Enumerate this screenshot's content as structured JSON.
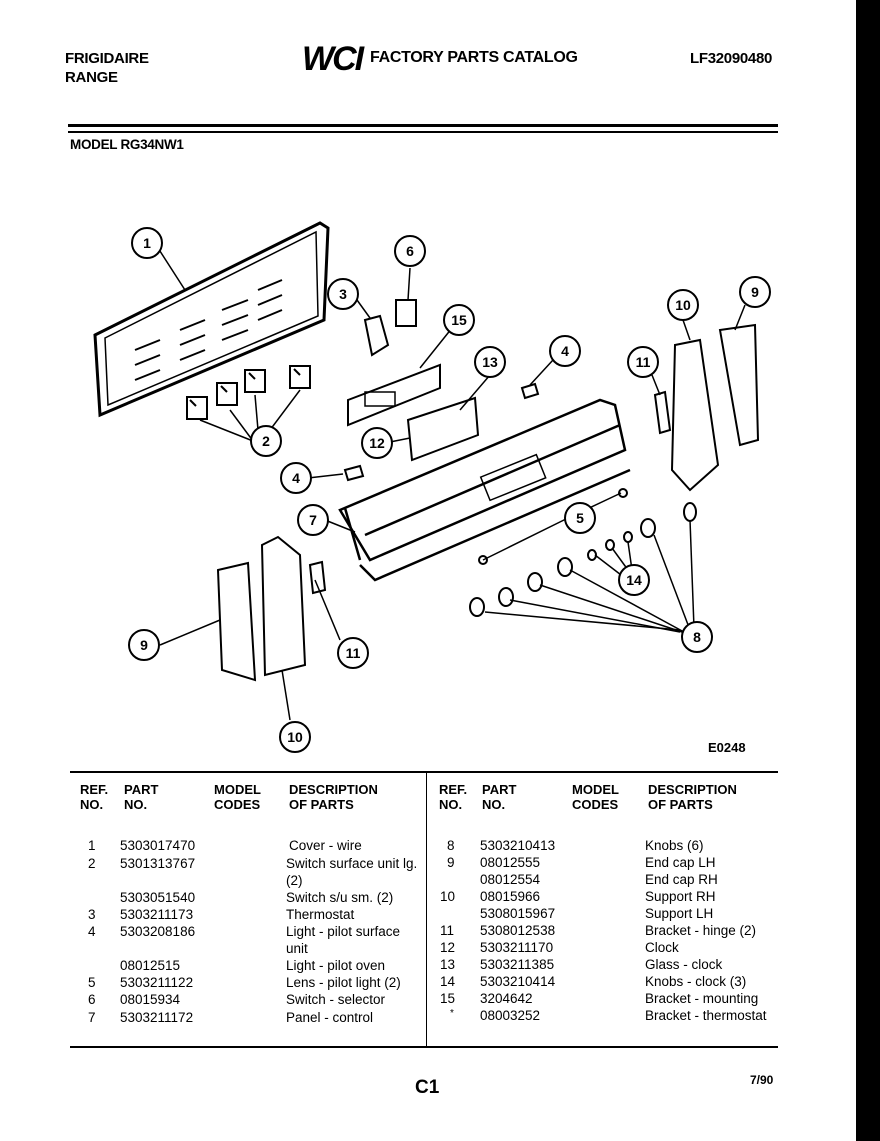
{
  "header": {
    "brand": "FRIGIDAIRE",
    "product": "RANGE",
    "logo_text": "WCI",
    "catalog_title": "FACTORY PARTS CATALOG",
    "catalog_number": "LF32090480",
    "model_label": "MODEL RG34NW1"
  },
  "diagram": {
    "callouts": [
      "1",
      "2",
      "3",
      "4",
      "4",
      "5",
      "6",
      "7",
      "8",
      "9",
      "9",
      "10",
      "10",
      "11",
      "11",
      "12",
      "13",
      "14",
      "15"
    ],
    "figure_code": "E0248"
  },
  "table": {
    "columns": [
      "REF. NO.",
      "PART NO.",
      "MODEL CODES",
      "DESCRIPTION OF PARTS"
    ],
    "col_lines": {
      "ref": [
        "REF.",
        "NO."
      ],
      "part": [
        "PART",
        "NO."
      ],
      "model": [
        "MODEL",
        "CODES"
      ],
      "desc": [
        "DESCRIPTION",
        "OF PARTS"
      ]
    },
    "left_rows": [
      {
        "ref": "1",
        "part": "5303017470",
        "desc": "Cover - wire"
      },
      {
        "ref": "2",
        "part": "5301313767",
        "desc": "Switch surface unit lg. (2)"
      },
      {
        "ref": "",
        "part": "5303051540",
        "desc": "Switch s/u sm. (2)"
      },
      {
        "ref": "3",
        "part": "5303211173",
        "desc": "Thermostat"
      },
      {
        "ref": "4",
        "part": "5303208186",
        "desc": "Light - pilot surface unit"
      },
      {
        "ref": "",
        "part": "08012515",
        "desc": "Light - pilot oven"
      },
      {
        "ref": "5",
        "part": "5303211122",
        "desc": "Lens - pilot light (2)"
      },
      {
        "ref": "6",
        "part": "08015934",
        "desc": "Switch - selector"
      },
      {
        "ref": "7",
        "part": "5303211172",
        "desc": "Panel - control"
      }
    ],
    "right_rows": [
      {
        "ref": "8",
        "part": "5303210413",
        "desc": "Knobs (6)"
      },
      {
        "ref": "9",
        "part": "08012555",
        "desc": "End cap LH"
      },
      {
        "ref": "",
        "part": "08012554",
        "desc": "End cap RH"
      },
      {
        "ref": "10",
        "part": "08015966",
        "desc": "Support RH"
      },
      {
        "ref": "",
        "part": "5308015967",
        "desc": "Support LH"
      },
      {
        "ref": "11",
        "part": "5308012538",
        "desc": "Bracket - hinge (2)"
      },
      {
        "ref": "12",
        "part": "5303211170",
        "desc": "Clock"
      },
      {
        "ref": "13",
        "part": "5303211385",
        "desc": "Glass - clock"
      },
      {
        "ref": "14",
        "part": "5303210414",
        "desc": "Knobs - clock (3)"
      },
      {
        "ref": "15",
        "part": "3204642",
        "desc": "Bracket - mounting"
      },
      {
        "ref": "*",
        "part": "08003252",
        "desc": "Bracket - thermostat"
      }
    ]
  },
  "footer": {
    "page": "C1",
    "date": "7/90"
  }
}
